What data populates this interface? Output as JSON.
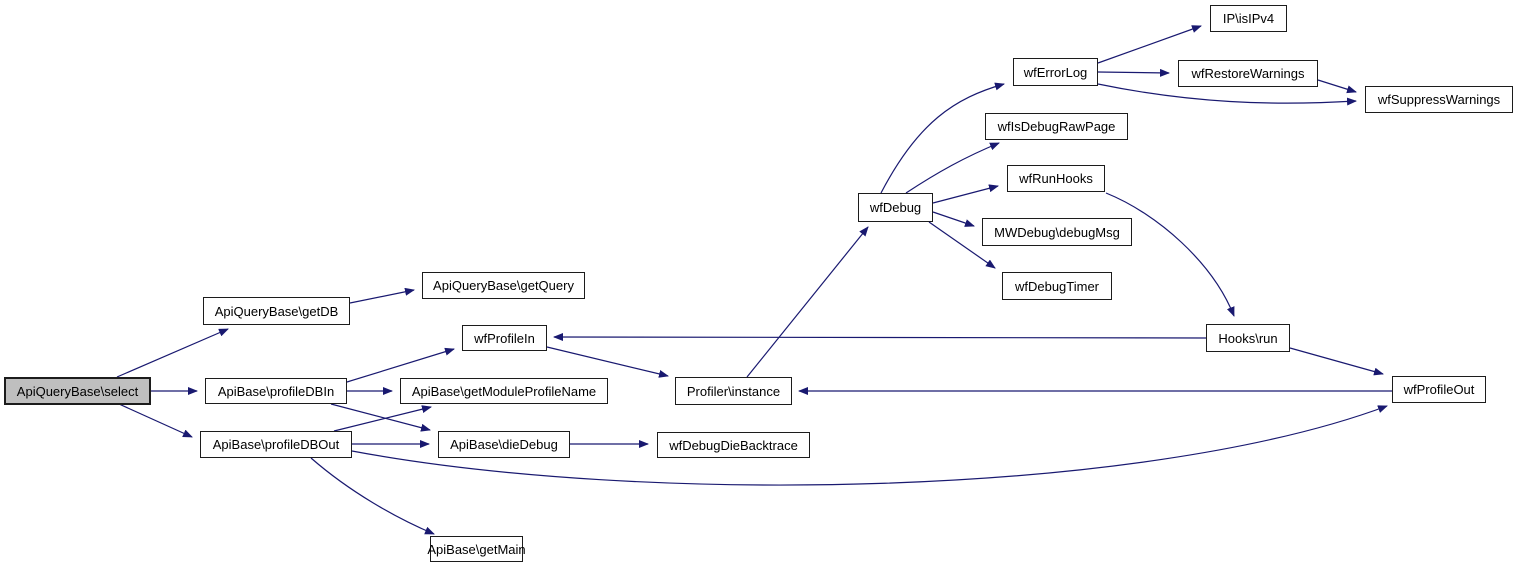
{
  "colors": {
    "edge": "#191970",
    "node_border": "#1c1c1c",
    "node_fill": "#ffffff",
    "root_fill": "#bfbfbf",
    "text": "#000000",
    "background": "#ffffff"
  },
  "nodes": [
    {
      "label": "ApiQueryBase\\select",
      "highlighted": true
    },
    {
      "label": "ApiQueryBase\\getDB"
    },
    {
      "label": "ApiQueryBase\\getQuery"
    },
    {
      "label": "ApiBase\\profileDBIn"
    },
    {
      "label": "ApiBase\\profileDBOut"
    },
    {
      "label": "wfProfileIn"
    },
    {
      "label": "ApiBase\\getModuleProfileName"
    },
    {
      "label": "ApiBase\\dieDebug"
    },
    {
      "label": "wfDebugDieBacktrace"
    },
    {
      "label": "Profiler\\instance"
    },
    {
      "label": "wfDebug"
    },
    {
      "label": "wfErrorLog"
    },
    {
      "label": "IP\\isIPv4"
    },
    {
      "label": "wfRestoreWarnings"
    },
    {
      "label": "wfSuppressWarnings"
    },
    {
      "label": "wfIsDebugRawPage"
    },
    {
      "label": "wfRunHooks"
    },
    {
      "label": "MWDebug\\debugMsg"
    },
    {
      "label": "wfDebugTimer"
    },
    {
      "label": "Hooks\\run"
    },
    {
      "label": "wfProfileOut"
    },
    {
      "label": "ApiBase\\getMain"
    }
  ],
  "edges": [
    {
      "from": "ApiQueryBase\\select",
      "to": "ApiQueryBase\\getDB"
    },
    {
      "from": "ApiQueryBase\\select",
      "to": "ApiBase\\profileDBIn"
    },
    {
      "from": "ApiQueryBase\\select",
      "to": "ApiBase\\profileDBOut"
    },
    {
      "from": "ApiQueryBase\\getDB",
      "to": "ApiQueryBase\\getQuery"
    },
    {
      "from": "ApiBase\\profileDBIn",
      "to": "wfProfileIn"
    },
    {
      "from": "ApiBase\\profileDBIn",
      "to": "ApiBase\\getModuleProfileName"
    },
    {
      "from": "ApiBase\\profileDBIn",
      "to": "ApiBase\\dieDebug"
    },
    {
      "from": "ApiBase\\profileDBOut",
      "to": "ApiBase\\getModuleProfileName"
    },
    {
      "from": "ApiBase\\profileDBOut",
      "to": "ApiBase\\dieDebug"
    },
    {
      "from": "ApiBase\\profileDBOut",
      "to": "ApiBase\\getMain"
    },
    {
      "from": "ApiBase\\profileDBOut",
      "to": "wfProfileOut"
    },
    {
      "from": "ApiBase\\dieDebug",
      "to": "wfDebugDieBacktrace"
    },
    {
      "from": "wfProfileIn",
      "to": "Profiler\\instance"
    },
    {
      "from": "wfProfileOut",
      "to": "Profiler\\instance"
    },
    {
      "from": "Profiler\\instance",
      "to": "wfDebug"
    },
    {
      "from": "wfDebug",
      "to": "wfErrorLog"
    },
    {
      "from": "wfDebug",
      "to": "wfIsDebugRawPage"
    },
    {
      "from": "wfDebug",
      "to": "wfRunHooks"
    },
    {
      "from": "wfDebug",
      "to": "MWDebug\\debugMsg"
    },
    {
      "from": "wfDebug",
      "to": "wfDebugTimer"
    },
    {
      "from": "wfErrorLog",
      "to": "IP\\isIPv4"
    },
    {
      "from": "wfErrorLog",
      "to": "wfRestoreWarnings"
    },
    {
      "from": "wfErrorLog",
      "to": "wfSuppressWarnings"
    },
    {
      "from": "wfRestoreWarnings",
      "to": "wfSuppressWarnings"
    },
    {
      "from": "wfRunHooks",
      "to": "Hooks\\run"
    },
    {
      "from": "Hooks\\run",
      "to": "wfProfileIn"
    },
    {
      "from": "Hooks\\run",
      "to": "wfProfileOut"
    }
  ]
}
